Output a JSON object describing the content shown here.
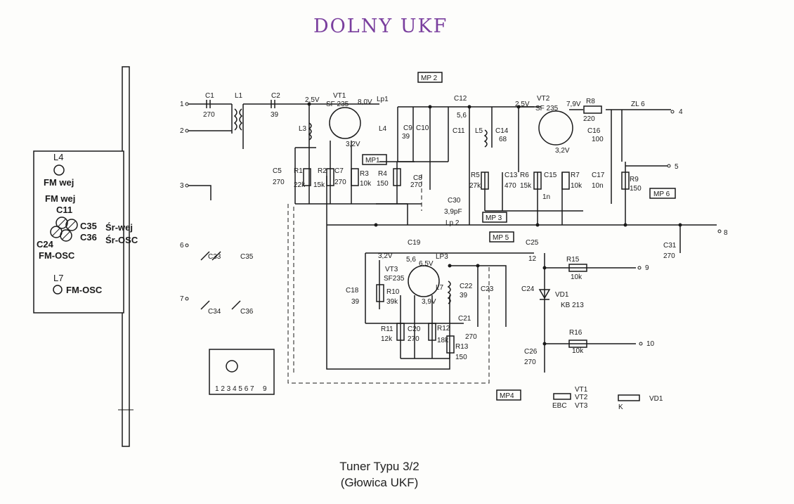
{
  "title": "DOLNY UKF",
  "caption": {
    "line1": "Tuner Typu 3/2",
    "line2": "(Głowica UKF)"
  },
  "panel": {
    "labels": [
      "L4",
      "FM wej",
      "FM wej",
      "C11",
      "C35",
      "Śr-wej",
      "C36",
      "Śr-OSC",
      "C24",
      "FM-OSC",
      "L7",
      "FM-OSC"
    ]
  },
  "terminals": [
    "1",
    "2",
    "3",
    "4",
    "5",
    "6",
    "7",
    "8",
    "9",
    "10"
  ],
  "components": {
    "C1": "C1",
    "C1v": "270",
    "L1": "L1",
    "C2": "C2",
    "C2v": "39",
    "v25a": "2,5V",
    "VT1": "VT1",
    "VT1t": "SF 235",
    "v80": "8,0V",
    "Lp1": "Lp1",
    "MP2": "MP 2",
    "C12": "C12",
    "C12v": "5,6",
    "v32a": "3,2V",
    "L3": "L3",
    "L4": "L4",
    "C9": "C9",
    "C9v": "39",
    "C10": "C10",
    "C11": "C11",
    "C5": "C5",
    "C5v": "270",
    "R1": "R1",
    "R1v": "22k",
    "R2": "R2",
    "R2v": "15k",
    "C7": "C7",
    "C7v": "270",
    "R3": "R3",
    "R3v": "10k",
    "MP1": "MP1",
    "R4": "R4",
    "R4v": "150",
    "C8": "C8",
    "C8v": "270",
    "L5": "L5",
    "C14": "C14",
    "C14v": "68",
    "v25b": "2,5V",
    "VT2": "VT2",
    "VT2t": "SF 235",
    "v79": "7,9V",
    "R8": "R8",
    "R8v": "220",
    "ZL6": "ZL 6",
    "C16": "C16",
    "C16v": "100",
    "v32b": "3,2V",
    "R5": "R5",
    "R5v": "27k",
    "C13": "C13",
    "C13v": "470",
    "R6": "R6",
    "R6v": "15k",
    "C15": "C15",
    "C15v": "1n",
    "R7": "R7",
    "R7v": "10k",
    "C17": "C17",
    "C17v": "10n",
    "R9": "R9",
    "R9v": "150",
    "MP6": "MP 6",
    "C30": "C30",
    "C30v": "3,9pF",
    "Lp2": "Lp 2",
    "MP3": "MP 3",
    "C31": "C31",
    "C31v": "270",
    "C19": "C19",
    "MP5": "MP 5",
    "C25": "C25",
    "C25v": "12",
    "v32c": "3,2V",
    "C19v": "5,6",
    "v65": "6,5V",
    "LP3": "LP3",
    "VT3": "VT3",
    "VT3t": "SF235",
    "C18": "C18",
    "C18v": "39",
    "R10": "R10",
    "R10v": "39k",
    "v39": "3,9V",
    "L7": "L7",
    "C22": "C22",
    "C22v": "39",
    "C23": "C23",
    "C24": "C24",
    "R15": "R15",
    "R15v": "10k",
    "VD1": "VD1",
    "VD1t": "KB 213",
    "R11": "R11",
    "R11v": "12k",
    "C20": "C20",
    "C20v": "270",
    "R12": "R12",
    "R12v": "18k",
    "C21": "C21",
    "C21v": "270",
    "R13": "R13",
    "R13v": "150",
    "R16": "R16",
    "R16v": "10k",
    "C26": "C26",
    "C26v": "270",
    "MP4": "MP4",
    "C33": "C33",
    "C35": "C35",
    "C34": "C34",
    "C36": "C36",
    "pin1": "1 2 3 4 5 6 7",
    "pin2": "9",
    "legendT": "VT1",
    "legendT2": "VT2",
    "legendT3": "VT3",
    "legendEBC": "EBC",
    "legendVD": "VD1",
    "legendK": "K"
  }
}
